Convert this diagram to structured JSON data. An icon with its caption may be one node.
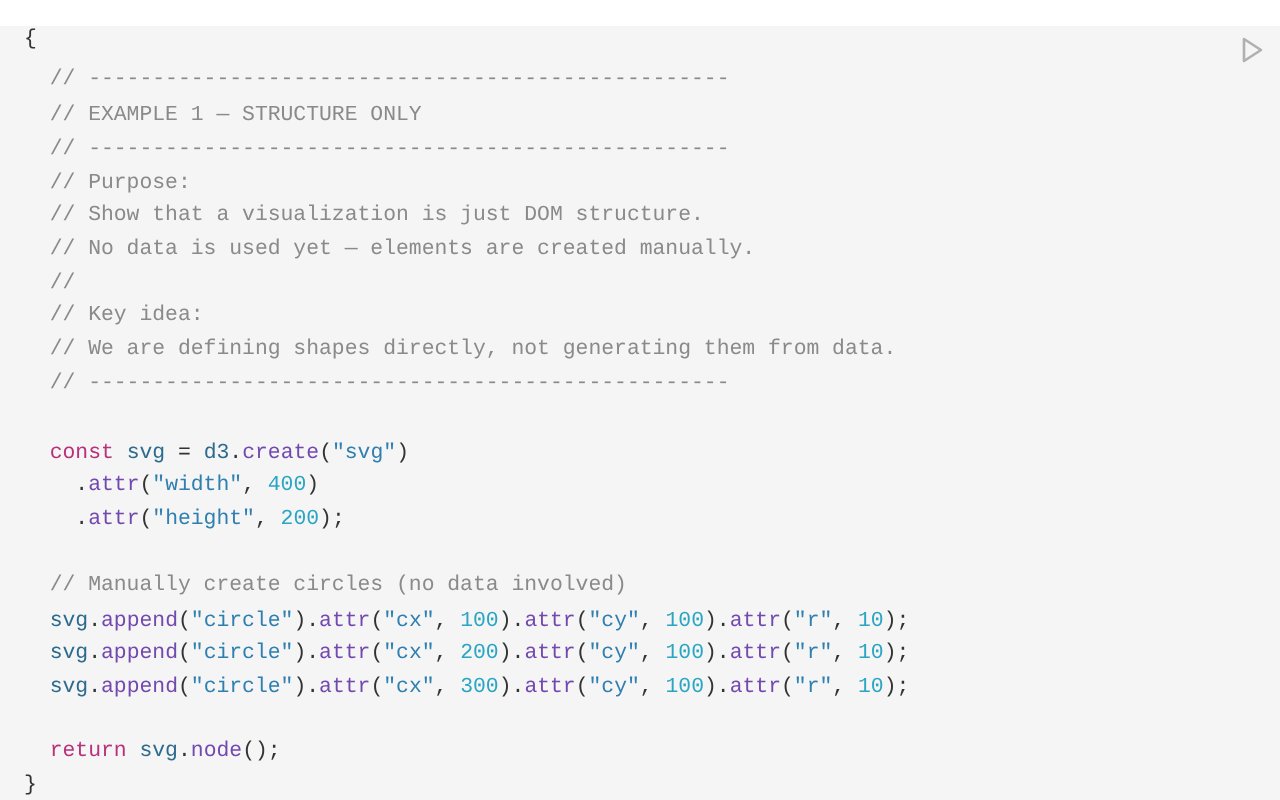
{
  "diagram": {
    "labels": [
      "{",
      "  // --------------------------------------------------",
      "  // EXAMPLE 1 — STRUCTURE ONLY",
      "  // --------------------------------------------------",
      "  // Purpose:",
      "  // Show that a visualization is just DOM structure.",
      "  // No data is used yet — elements are created manually.",
      "  //",
      "  // Key idea:",
      "  // We are defining shapes directly, not generating them from data.",
      "  // --------------------------------------------------",
      "  const svg = d3.create(\"svg\")",
      "    .attr(\"width\", 400)",
      "    .attr(\"height\", 200);",
      "  // Manually create circles (no data involved)",
      "  svg.append(\"circle\").attr(\"cx\", 100).attr(\"cy\", 100).attr(\"r\", 10);",
      "  svg.append(\"circle\").attr(\"cx\", 200).attr(\"cy\", 100).attr(\"r\", 10);",
      "  svg.append(\"circle\").attr(\"cx\", 300).attr(\"cy\", 100).attr(\"r\", 10);",
      "  return svg.node();",
      "}"
    ]
  }
}
